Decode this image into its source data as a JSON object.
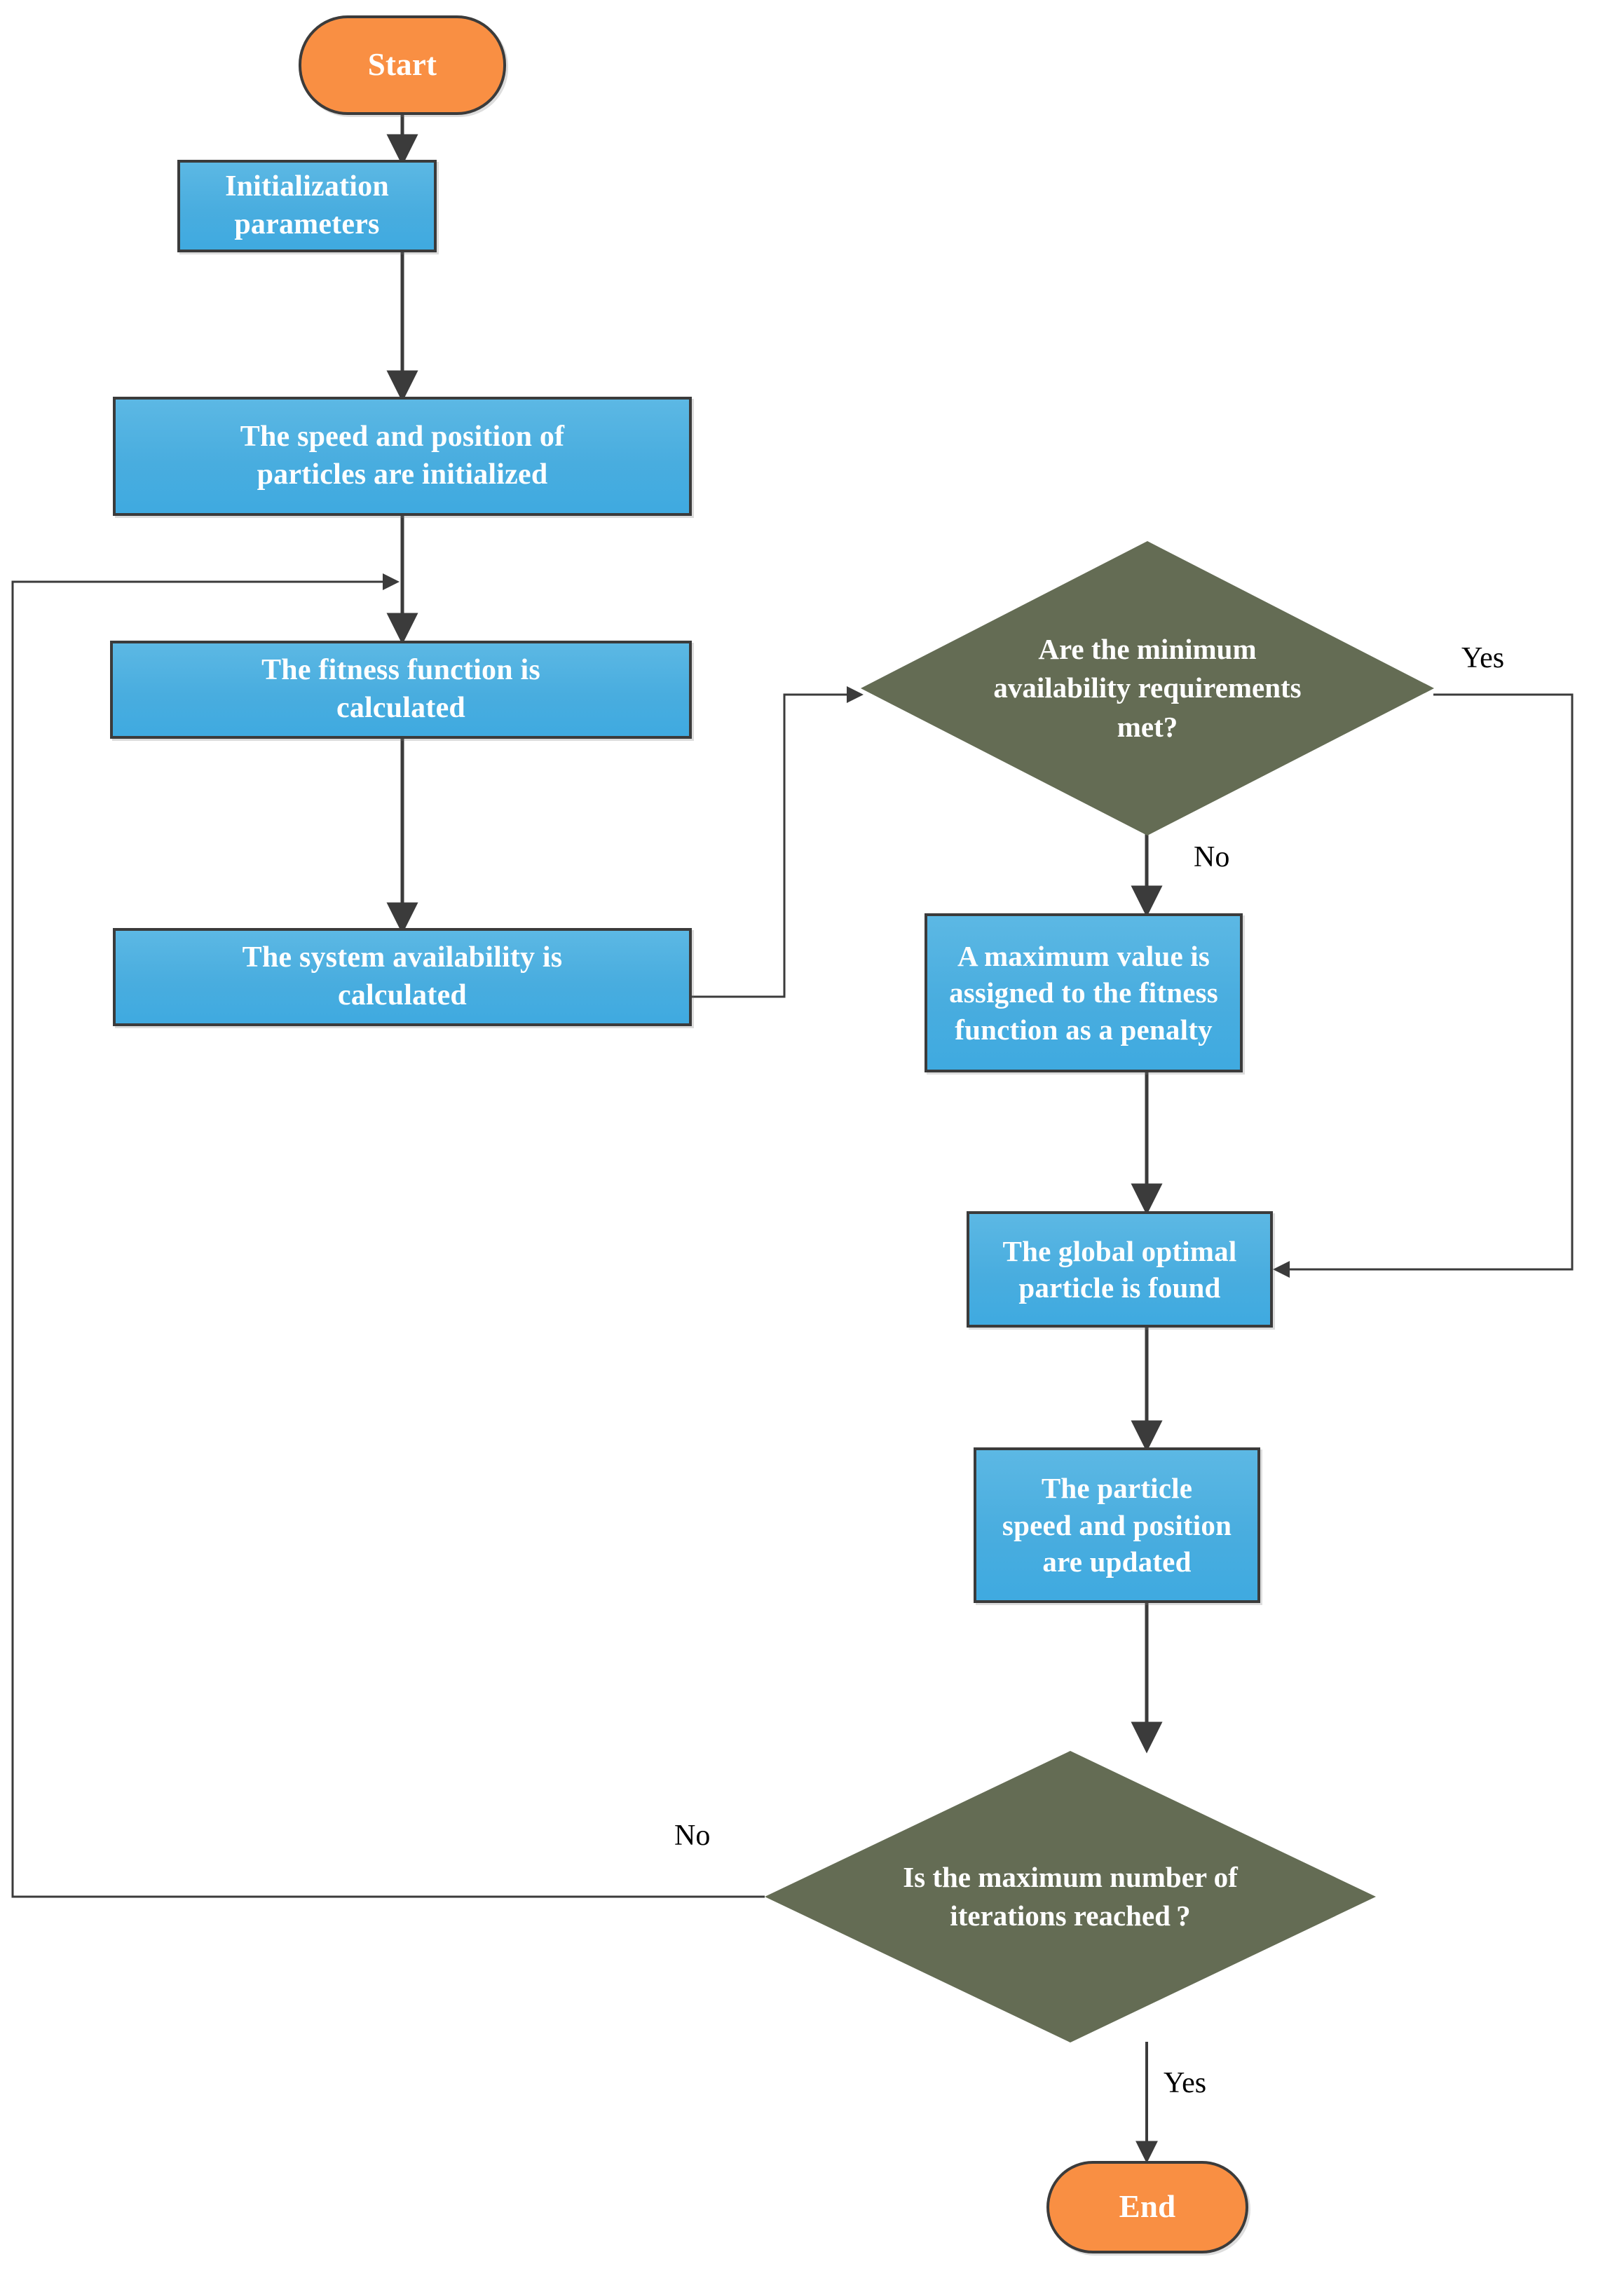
{
  "diagram": {
    "title": "Particle Swarm Optimization flowchart",
    "type": "flowchart",
    "colors": {
      "process_fill": "#4FAEDE",
      "terminator_fill": "#F98F43",
      "decision_fill": "#646C54",
      "stroke": "#3b3b3b",
      "node_text": "#FFFFFF",
      "edge_label_text": "#000000",
      "background": "#FFFFFF"
    },
    "nodes": {
      "start": {
        "label": "Start",
        "shape": "terminator"
      },
      "init_params": {
        "label": "Initialization\nparameters",
        "shape": "process"
      },
      "init_particles": {
        "label": "The speed and position of\nparticles are initialized",
        "shape": "process"
      },
      "fitness": {
        "label": "The fitness function is\ncalculated",
        "shape": "process"
      },
      "availability": {
        "label": "The system availability is\ncalculated",
        "shape": "process"
      },
      "min_avail_check": {
        "label": "Are the minimum\navailability requirements\nmet?",
        "shape": "decision"
      },
      "penalty": {
        "label": "A maximum value is\nassigned to the fitness\nfunction as a penalty",
        "shape": "process"
      },
      "global_best": {
        "label": "The global optimal\nparticle is found",
        "shape": "process"
      },
      "update": {
        "label": "The particle\nspeed and position\nare updated",
        "shape": "process"
      },
      "max_iter_check": {
        "label": "Is the maximum number of\niterations reached ?",
        "shape": "decision"
      },
      "end": {
        "label": "End",
        "shape": "terminator"
      }
    },
    "edge_labels": {
      "min_avail_yes": "Yes",
      "min_avail_no": "No",
      "max_iter_no": "No",
      "max_iter_yes": "Yes"
    },
    "edges": [
      {
        "from": "start",
        "to": "init_params",
        "label": ""
      },
      {
        "from": "init_params",
        "to": "init_particles",
        "label": ""
      },
      {
        "from": "init_particles",
        "to": "fitness",
        "label": ""
      },
      {
        "from": "fitness",
        "to": "availability",
        "label": ""
      },
      {
        "from": "availability",
        "to": "min_avail_check",
        "label": ""
      },
      {
        "from": "min_avail_check",
        "to": "global_best",
        "label": "Yes"
      },
      {
        "from": "min_avail_check",
        "to": "penalty",
        "label": "No"
      },
      {
        "from": "penalty",
        "to": "global_best",
        "label": ""
      },
      {
        "from": "global_best",
        "to": "update",
        "label": ""
      },
      {
        "from": "update",
        "to": "max_iter_check",
        "label": ""
      },
      {
        "from": "max_iter_check",
        "to": "fitness",
        "label": "No"
      },
      {
        "from": "max_iter_check",
        "to": "end",
        "label": "Yes"
      }
    ]
  }
}
